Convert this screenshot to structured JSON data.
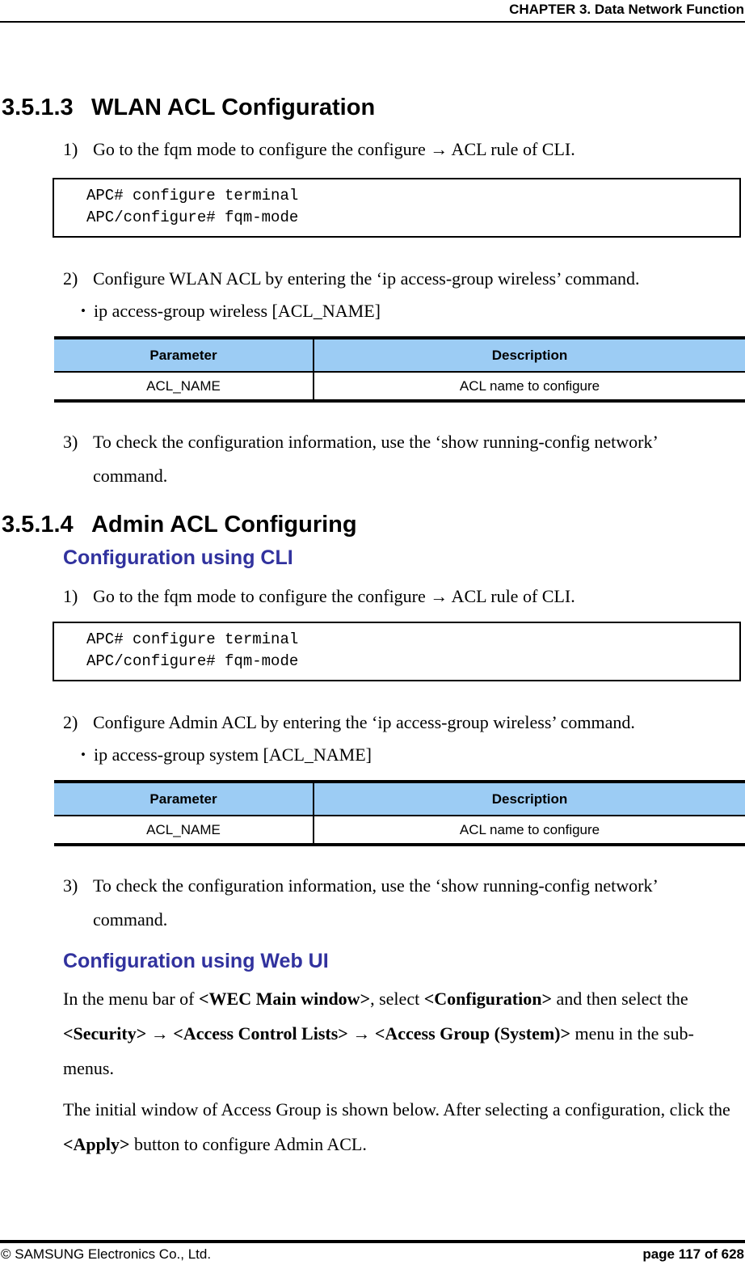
{
  "colors": {
    "table_header_bg": "#9CCCF4",
    "subheading_text": "#31329E",
    "rule_color": "#000000"
  },
  "header": {
    "chapter_title": "CHAPTER 3. Data Network Function"
  },
  "footer": {
    "copyright": "© SAMSUNG Electronics Co., Ltd.",
    "page_label": "page 117 of 628"
  },
  "bullet_char": "•",
  "code_block": {
    "line1": "APC# configure terminal",
    "line2": "APC/configure# fqm-mode"
  },
  "param_table": {
    "headers": [
      "Parameter",
      "Description"
    ],
    "rows": [
      [
        "ACL_NAME",
        "ACL name to configure"
      ]
    ]
  },
  "section_wlan": {
    "number": "3.5.1.3",
    "title": "WLAN ACL Configuration",
    "step1": {
      "num": "1)",
      "text": "Go to the fqm mode to configure the configure → ACL rule of CLI."
    },
    "step2": {
      "num": "2)",
      "text": "Configure WLAN ACL by entering the ‘ip access-group wireless’ command.",
      "bullet": "ip access-group wireless [ACL_NAME]"
    },
    "step3": {
      "num": "3)",
      "text": "To check the configuration information, use the ‘show running-config network’ command."
    }
  },
  "section_admin": {
    "number": "3.5.1.4",
    "title": "Admin ACL Configuring",
    "cli_heading": "Configuration using CLI",
    "step1": {
      "num": "1)",
      "text": "Go to the fqm mode to configure the configure → ACL rule of CLI."
    },
    "step2": {
      "num": "2)",
      "text": "Configure Admin ACL by entering the ‘ip access-group wireless’ command.",
      "bullet": "ip access-group system [ACL_NAME]"
    },
    "step3": {
      "num": "3)",
      "text": "To check the configuration information, use the ‘show running-config network’ command."
    },
    "webui_heading": "Configuration using Web UI",
    "webui_para1": {
      "seg1": "In the menu bar of ",
      "seg2": "<WEC Main window>",
      "seg3": ", select ",
      "seg4": "<Configuration>",
      "seg5": " and then select the ",
      "seg6": "<Security>",
      "seg7": " → ",
      "seg8": "<Access Control Lists>",
      "seg9": " → ",
      "seg10": "<Access Group (System)>",
      "seg11": " menu in the sub-menus."
    },
    "webui_para2": {
      "seg1": "The initial window of Access Group is shown below. After selecting a configuration, click the ",
      "seg2": "<Apply>",
      "seg3": " button to configure Admin ACL."
    }
  }
}
